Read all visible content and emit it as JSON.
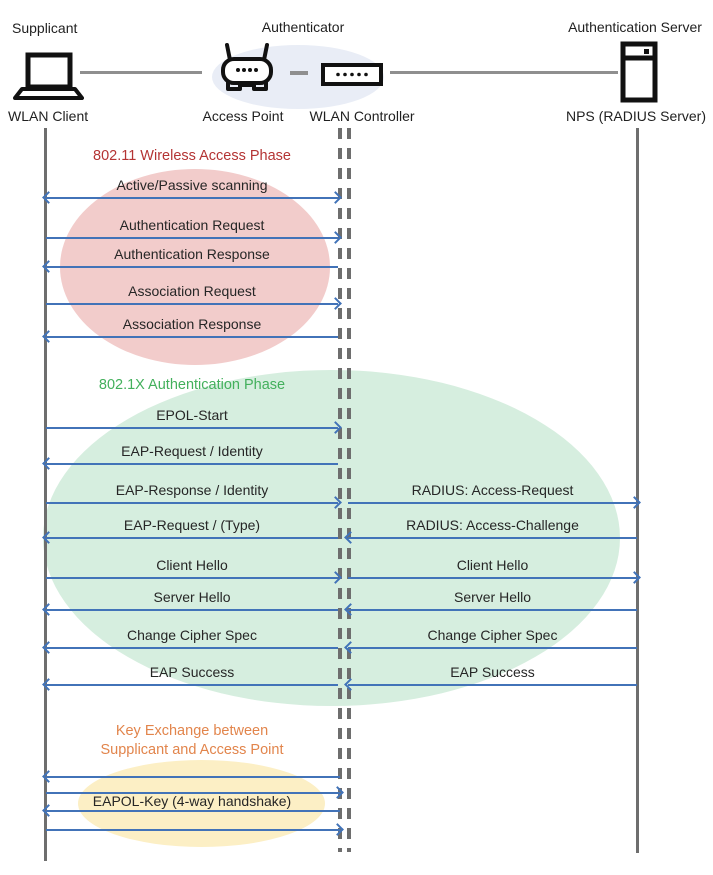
{
  "header": {
    "roles": [
      {
        "label": "Supplicant"
      },
      {
        "label": "Authenticator"
      },
      {
        "label": "Authentication Server"
      }
    ],
    "devices": [
      {
        "label": "WLAN Client",
        "icon": "laptop-icon"
      },
      {
        "label": "Access Point",
        "icon": "access-point-icon"
      },
      {
        "label": "WLAN Controller",
        "icon": "wlan-controller-icon"
      },
      {
        "label": "NPS (RADIUS Server)",
        "icon": "server-icon"
      }
    ]
  },
  "phases": [
    {
      "title": "802.11 Wireless Access Phase",
      "title_color": "#B43434",
      "fill": "#F2CCCB"
    },
    {
      "title": "802.1X Authentication Phase",
      "title_color": "#43B05C",
      "fill": "#D6EEDF"
    },
    {
      "title_line1": "Key Exchange between",
      "title_line2": "Supplicant and Access Point",
      "title_color": "#E2854C",
      "fill": "#FCEFC5"
    }
  ],
  "messages_left": [
    {
      "label": "Active/Passive scanning",
      "direction": "both"
    },
    {
      "label": "Authentication Request",
      "direction": "right"
    },
    {
      "label": "Authentication Response",
      "direction": "left"
    },
    {
      "label": "Association Request",
      "direction": "right"
    },
    {
      "label": "Association Response",
      "direction": "left"
    },
    {
      "label": "EPOL-Start",
      "direction": "right"
    },
    {
      "label": "EAP-Request / Identity",
      "direction": "left"
    },
    {
      "label": "EAP-Response / Identity",
      "direction": "right"
    },
    {
      "label": "EAP-Request / (Type)",
      "direction": "left"
    },
    {
      "label": "Client Hello",
      "direction": "right"
    },
    {
      "label": "Server Hello",
      "direction": "left"
    },
    {
      "label": "Change Cipher Spec",
      "direction": "left"
    },
    {
      "label": "EAP Success",
      "direction": "left"
    }
  ],
  "messages_right": [
    {
      "label": "RADIUS: Access-Request",
      "direction": "right"
    },
    {
      "label": "RADIUS: Access-Challenge",
      "direction": "left"
    },
    {
      "label": "Client Hello",
      "direction": "right"
    },
    {
      "label": "Server Hello",
      "direction": "left"
    },
    {
      "label": "Change Cipher Spec",
      "direction": "left"
    },
    {
      "label": "EAP Success",
      "direction": "left"
    }
  ],
  "key_exchange": {
    "label": "EAPOL-Key (4-way handshake)",
    "arrow_directions": [
      "left",
      "right",
      "left",
      "right"
    ]
  },
  "colors": {
    "arrow": "#4273B8",
    "lifeline": "#6E6E6E",
    "connector": "#8F8F8F",
    "authenticator_ellipse": "#E9EDF6"
  }
}
